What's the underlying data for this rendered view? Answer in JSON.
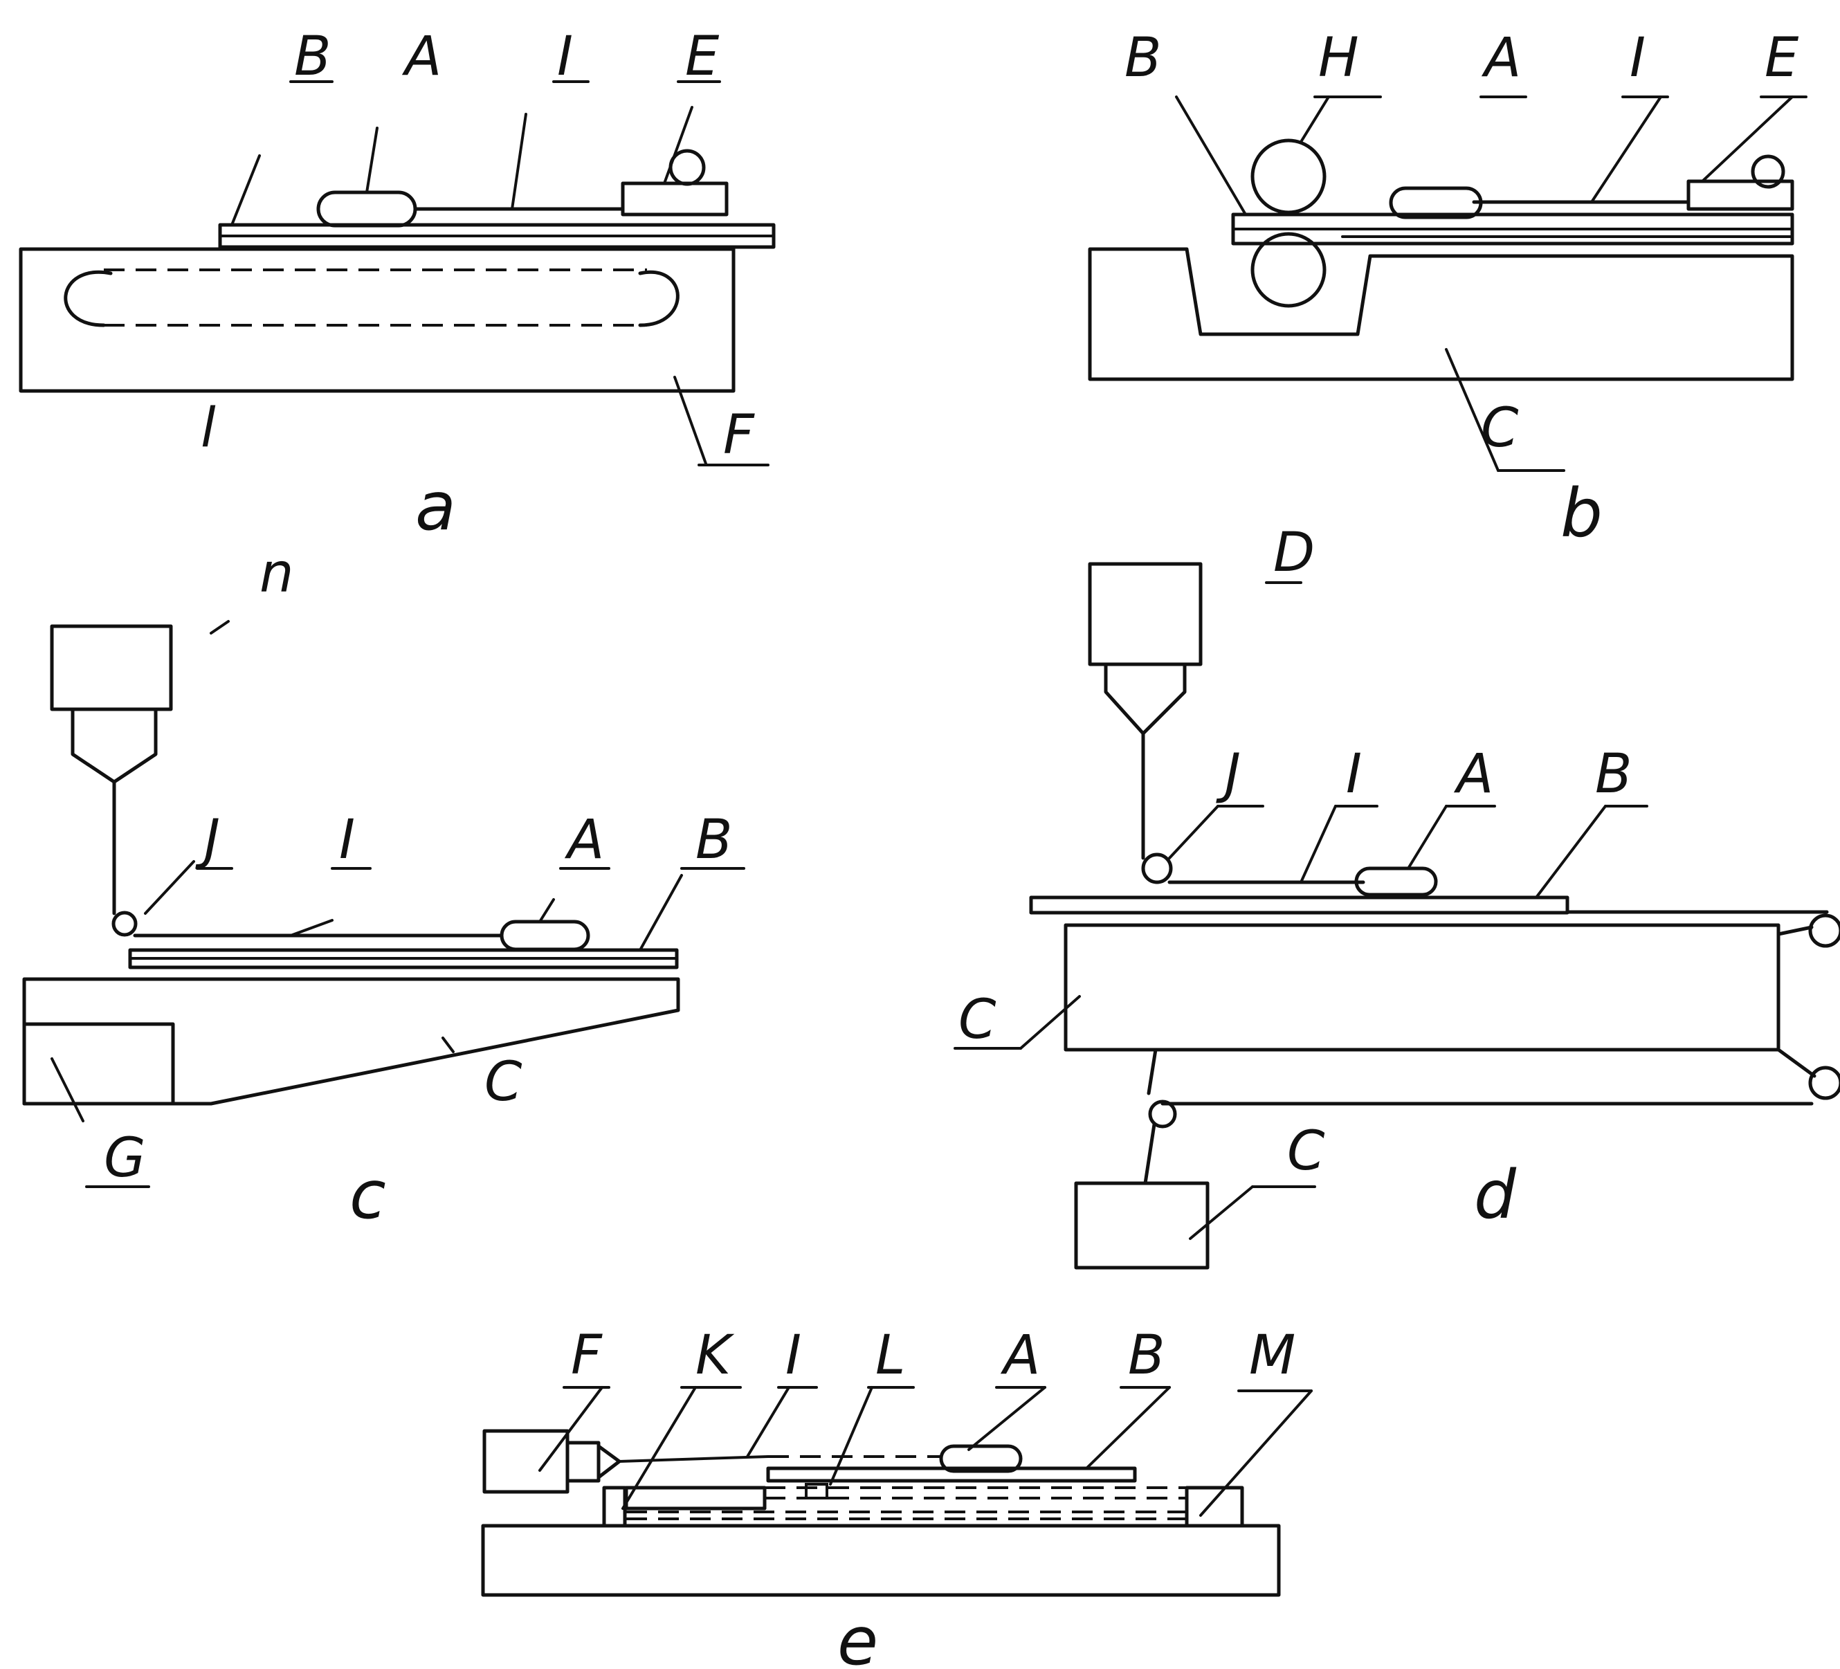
{
  "panels": {
    "a": {
      "caption": "a",
      "labels": {
        "B": "B",
        "A": "A",
        "I": "I",
        "E": "E",
        "bottom_left": "l",
        "F": "F"
      }
    },
    "b": {
      "caption": "b",
      "labels": {
        "B": "B",
        "H": "H",
        "A": "A",
        "I": "I",
        "E": "E",
        "C": "C"
      }
    },
    "c": {
      "caption": "c",
      "labels": {
        "n": "n",
        "J": "J",
        "I": "I",
        "A": "A",
        "B": "B",
        "C": "C",
        "G": "G"
      }
    },
    "d": {
      "caption": "d",
      "labels": {
        "D": "D",
        "J": "J",
        "I": "I",
        "A": "A",
        "B": "B",
        "C_left": "C",
        "C_bottom": "C"
      }
    },
    "e": {
      "caption": "e",
      "labels": {
        "F": "F",
        "K": "K",
        "I": "I",
        "L": "L",
        "A": "A",
        "B": "B",
        "M": "M"
      }
    }
  },
  "colors": {
    "ink": "#111111",
    "paper": "#ffffff"
  }
}
